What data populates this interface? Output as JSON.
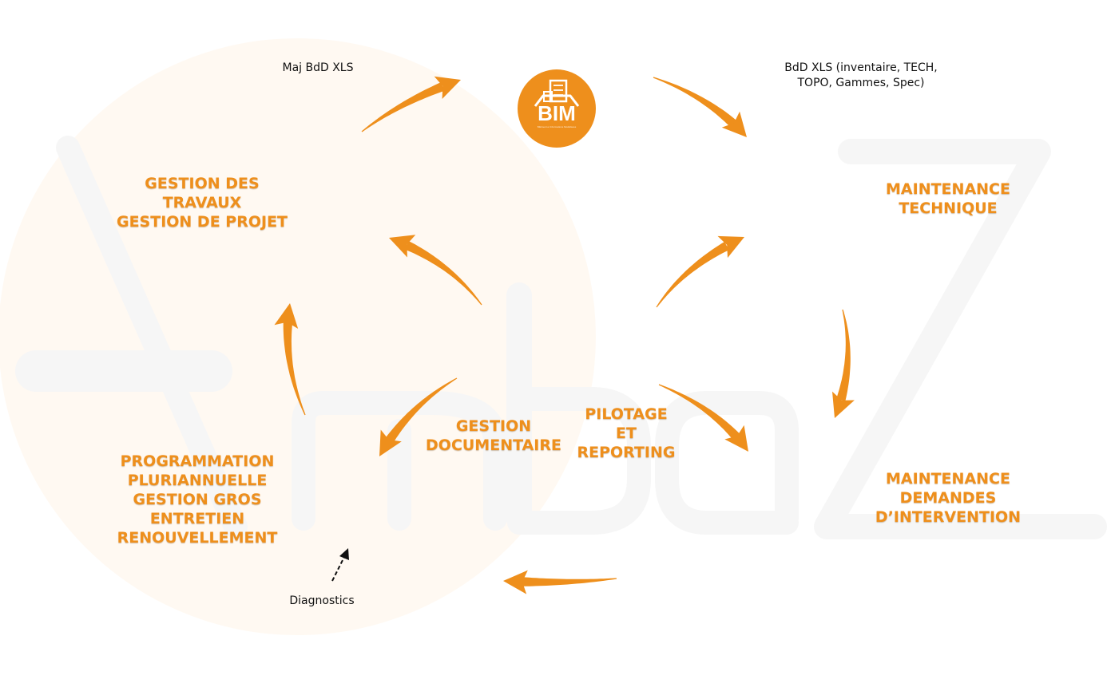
{
  "colors": {
    "accent": "#ee8f1c",
    "watermark_circle": "#fff9f2",
    "watermark_letters": "#f6f6f6",
    "note_text": "#111111"
  },
  "logo": {
    "text": "BIM",
    "caption": "Bâtiment et Informations Modélisées",
    "icon": "building-icon"
  },
  "nodes": {
    "travaux": [
      "GESTION DES",
      "TRAVAUX",
      "GESTION DE PROJET"
    ],
    "maintenance_technique": [
      "MAINTENANCE",
      "TECHNIQUE"
    ],
    "maintenance_di": [
      "MAINTENANCE",
      "DEMANDES",
      "D’INTERVENTION"
    ],
    "programmation": [
      "PROGRAMMATION",
      "PLURIANNUELLE",
      "GESTION GROS",
      "ENTRETIEN",
      "RENOUVELLEMENT"
    ],
    "documentaire": [
      "GESTION",
      "DOCUMENTAIRE"
    ],
    "pilotage": [
      "PILOTAGE",
      "ET",
      "REPORTING"
    ]
  },
  "notes": {
    "maj": "Maj BdD XLS",
    "bdd": [
      "BdD XLS (inventaire, TECH,",
      "TOPO, Gammes, Spec)"
    ],
    "diagnostics": "Diagnostics"
  },
  "watermark": {
    "letters": "AmbaZ",
    "icon": "ambaz-watermark-icon"
  }
}
